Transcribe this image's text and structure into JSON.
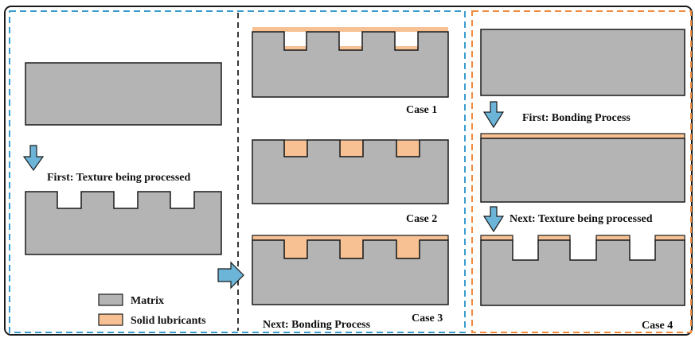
{
  "colors": {
    "matrix": "#b4b4b4",
    "lubricant": "#f7c194",
    "arrow": "#6cb4d8",
    "panel_left_border": "#3a9ccc",
    "panel_right_border": "#f08a3c",
    "divider": "#222222",
    "outline": "#1a1a1a"
  },
  "left_panel": {
    "step_label": "First: Texture being processed",
    "legend": {
      "matrix_label": "Matrix",
      "lubricant_label": "Solid lubricants"
    }
  },
  "middle_panel": {
    "cases": [
      "Case 1",
      "Case 2",
      "Case 3"
    ],
    "step_label": "Next: Bonding Process"
  },
  "right_panel": {
    "step_first": "First: Bonding Process",
    "step_next": "Next: Texture being processed",
    "case_label": "Case 4"
  }
}
